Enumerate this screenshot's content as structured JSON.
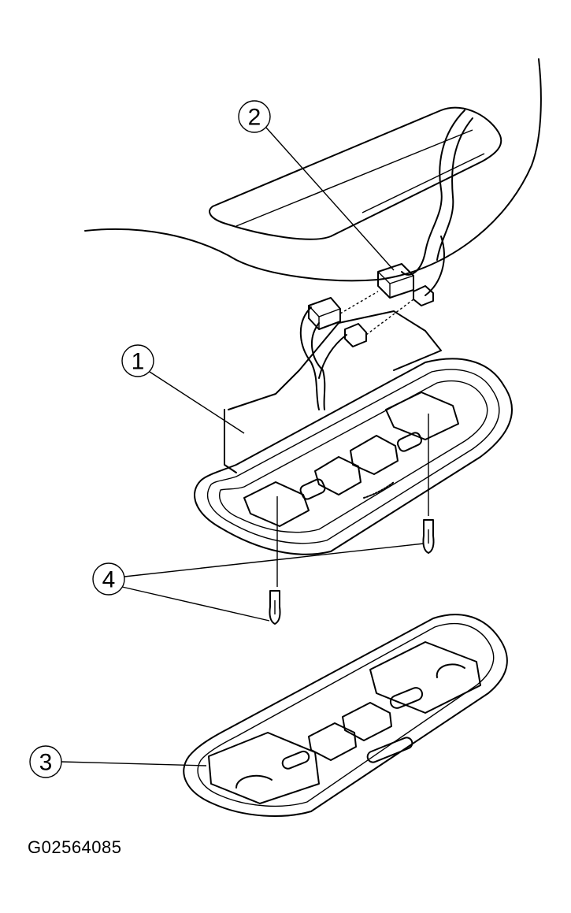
{
  "figure_id": "G02564085",
  "callouts": [
    {
      "label": "1"
    },
    {
      "label": "2"
    },
    {
      "label": "3"
    },
    {
      "label": "4"
    }
  ]
}
